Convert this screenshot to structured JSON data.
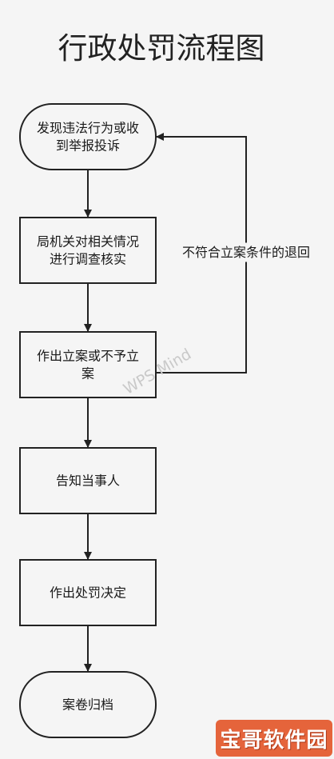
{
  "title": "行政处罚流程图",
  "nodes": [
    {
      "id": "receive",
      "shape": "rounded",
      "lines": [
        "发现违法行为或收",
        "到举报投诉"
      ]
    },
    {
      "id": "investigate",
      "shape": "rect",
      "lines": [
        "局机关对相关情况",
        "进行调查核实"
      ]
    },
    {
      "id": "decide-filing",
      "shape": "rect",
      "lines": [
        "作出立案或不予立",
        "案"
      ]
    },
    {
      "id": "notify",
      "shape": "rect",
      "lines": [
        "告知当事人"
      ]
    },
    {
      "id": "penalty",
      "shape": "rect",
      "lines": [
        "作出处罚决定"
      ]
    },
    {
      "id": "archive",
      "shape": "rounded",
      "lines": [
        "案卷归档"
      ]
    }
  ],
  "edges": [
    {
      "from": "receive",
      "to": "investigate",
      "label": ""
    },
    {
      "from": "investigate",
      "to": "decide-filing",
      "label": ""
    },
    {
      "from": "decide-filing",
      "to": "notify",
      "label": ""
    },
    {
      "from": "notify",
      "to": "penalty",
      "label": ""
    },
    {
      "from": "penalty",
      "to": "archive",
      "label": ""
    },
    {
      "from": "decide-filing",
      "to": "receive",
      "label": "不符合立案条件的退回"
    }
  ],
  "watermark": "WPS Mind",
  "badge": "宝哥软件园",
  "colors": {
    "background": "#f5f5f5",
    "node_border": "#222222",
    "node_fill": "#f5f5f5",
    "edge": "#222222",
    "badge": "#e5643b"
  }
}
